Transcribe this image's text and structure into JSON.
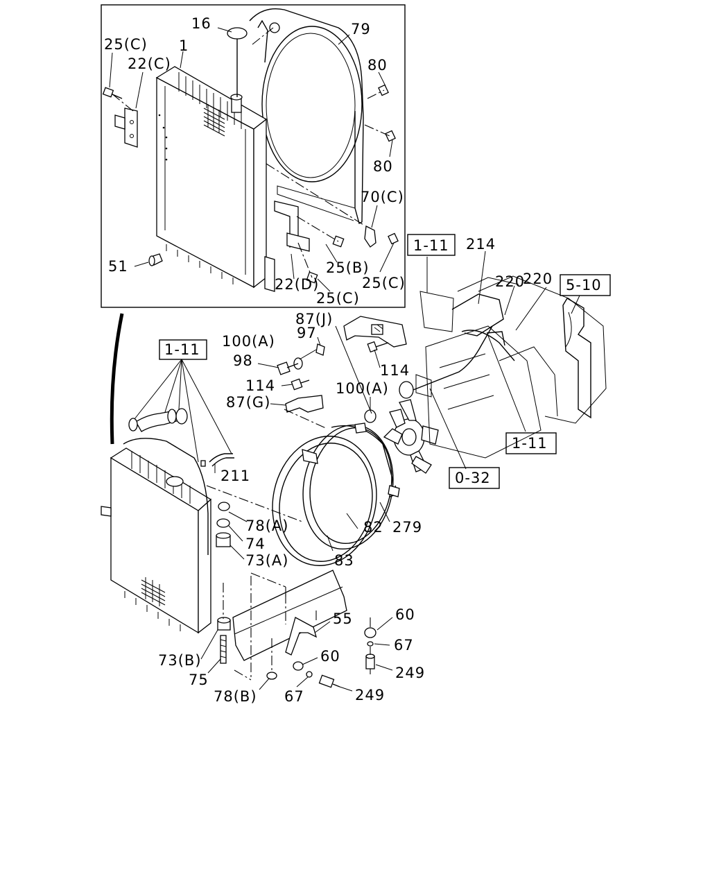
{
  "callouts": [
    {
      "id": "16",
      "text": "16"
    },
    {
      "id": "79",
      "text": "79"
    },
    {
      "id": "25c_a",
      "text": "25(C)"
    },
    {
      "id": "1",
      "text": "1"
    },
    {
      "id": "22c",
      "text": "22(C)"
    },
    {
      "id": "80_a",
      "text": "80"
    },
    {
      "id": "80_b",
      "text": "80"
    },
    {
      "id": "70c",
      "text": "70(C)"
    },
    {
      "id": "51",
      "text": "51"
    },
    {
      "id": "25b",
      "text": "25(B)"
    },
    {
      "id": "22d",
      "text": "22(D)"
    },
    {
      "id": "25c_b",
      "text": "25(C)"
    },
    {
      "id": "25c_c",
      "text": "25(C)"
    },
    {
      "id": "214",
      "text": "214"
    },
    {
      "id": "220_a",
      "text": "220"
    },
    {
      "id": "220_b",
      "text": "220"
    },
    {
      "id": "87j",
      "text": "87(J)"
    },
    {
      "id": "100a_a",
      "text": "100(A)"
    },
    {
      "id": "97",
      "text": "97"
    },
    {
      "id": "98",
      "text": "98"
    },
    {
      "id": "114_a",
      "text": "114"
    },
    {
      "id": "114_b",
      "text": "114"
    },
    {
      "id": "100a_b",
      "text": "100(A)"
    },
    {
      "id": "87g",
      "text": "87(G)"
    },
    {
      "id": "211",
      "text": "211"
    },
    {
      "id": "78a",
      "text": "78(A)"
    },
    {
      "id": "74",
      "text": "74"
    },
    {
      "id": "73a",
      "text": "73(A)"
    },
    {
      "id": "279",
      "text": "279"
    },
    {
      "id": "82",
      "text": "82"
    },
    {
      "id": "83",
      "text": "83"
    },
    {
      "id": "55",
      "text": "55"
    },
    {
      "id": "60_a",
      "text": "60"
    },
    {
      "id": "67_a",
      "text": "67"
    },
    {
      "id": "249_a",
      "text": "249"
    },
    {
      "id": "60_b",
      "text": "60"
    },
    {
      "id": "67_b",
      "text": "67"
    },
    {
      "id": "249_b",
      "text": "249"
    },
    {
      "id": "73b",
      "text": "73(B)"
    },
    {
      "id": "75",
      "text": "75"
    },
    {
      "id": "78b",
      "text": "78(B)"
    }
  ],
  "references": [
    {
      "id": "ref_1_11_a",
      "text": "1-11"
    },
    {
      "id": "ref_5_10",
      "text": "5-10"
    },
    {
      "id": "ref_1_11_b",
      "text": "1-11"
    },
    {
      "id": "ref_1_11_c",
      "text": "1-11"
    },
    {
      "id": "ref_0_32",
      "text": "0-32"
    }
  ]
}
